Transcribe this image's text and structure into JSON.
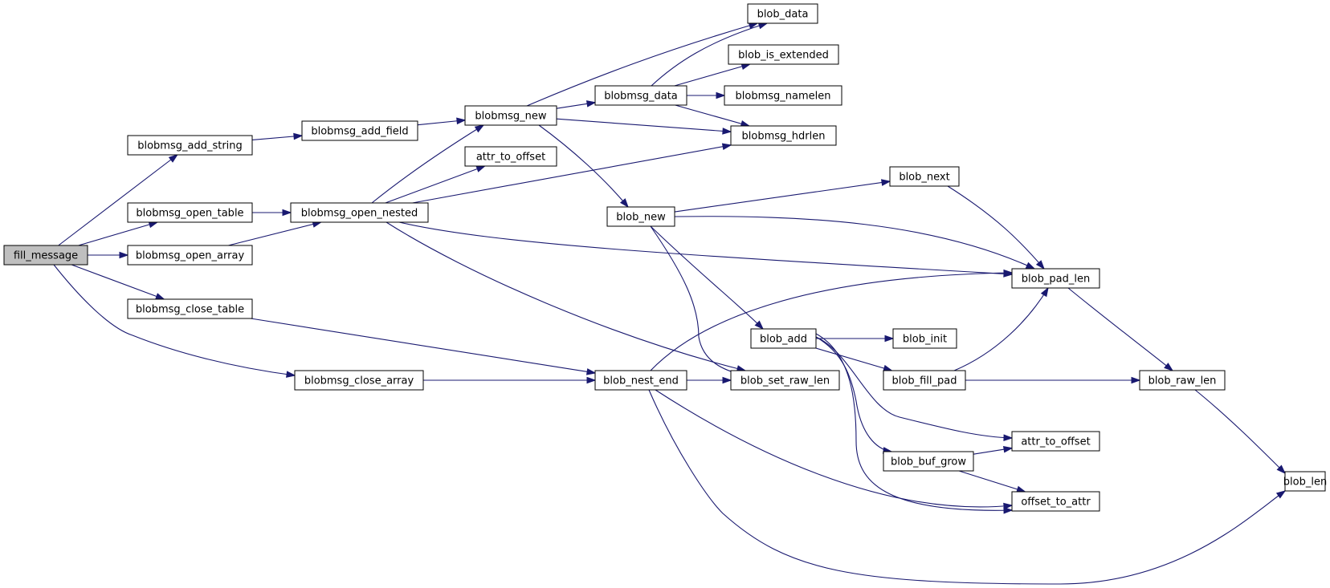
{
  "graph": {
    "nodes": [
      {
        "id": "fill_message",
        "label": "fill_message",
        "root": true
      },
      {
        "id": "blobmsg_add_string",
        "label": "blobmsg_add_string"
      },
      {
        "id": "blobmsg_add_field",
        "label": "blobmsg_add_field"
      },
      {
        "id": "blobmsg_new",
        "label": "blobmsg_new"
      },
      {
        "id": "blob_data",
        "label": "blob_data"
      },
      {
        "id": "blob_is_extended",
        "label": "blob_is_extended"
      },
      {
        "id": "blobmsg_data",
        "label": "blobmsg_data"
      },
      {
        "id": "blobmsg_namelen",
        "label": "blobmsg_namelen"
      },
      {
        "id": "blobmsg_hdrlen",
        "label": "blobmsg_hdrlen"
      },
      {
        "id": "attr_to_offset_top",
        "label": "attr_to_offset"
      },
      {
        "id": "blobmsg_open_table",
        "label": "blobmsg_open_table"
      },
      {
        "id": "blobmsg_open_nested",
        "label": "blobmsg_open_nested"
      },
      {
        "id": "blobmsg_open_array",
        "label": "blobmsg_open_array"
      },
      {
        "id": "blob_next",
        "label": "blob_next"
      },
      {
        "id": "blob_new",
        "label": "blob_new"
      },
      {
        "id": "blob_pad_len",
        "label": "blob_pad_len"
      },
      {
        "id": "blobmsg_close_table",
        "label": "blobmsg_close_table"
      },
      {
        "id": "blob_add",
        "label": "blob_add"
      },
      {
        "id": "blob_init",
        "label": "blob_init"
      },
      {
        "id": "blobmsg_close_array",
        "label": "blobmsg_close_array"
      },
      {
        "id": "blob_nest_end",
        "label": "blob_nest_end"
      },
      {
        "id": "blob_set_raw_len",
        "label": "blob_set_raw_len"
      },
      {
        "id": "blob_fill_pad",
        "label": "blob_fill_pad"
      },
      {
        "id": "blob_raw_len",
        "label": "blob_raw_len"
      },
      {
        "id": "attr_to_offset_bottom",
        "label": "attr_to_offset"
      },
      {
        "id": "blob_buf_grow",
        "label": "blob_buf_grow"
      },
      {
        "id": "offset_to_attr",
        "label": "offset_to_attr"
      },
      {
        "id": "blob_len",
        "label": "blob_len"
      }
    ],
    "edges": [
      {
        "from": "fill_message",
        "to": "blobmsg_add_string"
      },
      {
        "from": "fill_message",
        "to": "blobmsg_open_table"
      },
      {
        "from": "fill_message",
        "to": "blobmsg_open_array"
      },
      {
        "from": "fill_message",
        "to": "blobmsg_close_table"
      },
      {
        "from": "fill_message",
        "to": "blobmsg_close_array"
      },
      {
        "from": "blobmsg_add_string",
        "to": "blobmsg_add_field"
      },
      {
        "from": "blobmsg_add_field",
        "to": "blobmsg_new"
      },
      {
        "from": "blobmsg_new",
        "to": "blob_data"
      },
      {
        "from": "blobmsg_new",
        "to": "blobmsg_data"
      },
      {
        "from": "blobmsg_new",
        "to": "blobmsg_hdrlen"
      },
      {
        "from": "blobmsg_new",
        "to": "blob_new"
      },
      {
        "from": "blobmsg_data",
        "to": "blob_data"
      },
      {
        "from": "blobmsg_data",
        "to": "blob_is_extended"
      },
      {
        "from": "blobmsg_data",
        "to": "blobmsg_namelen"
      },
      {
        "from": "blobmsg_data",
        "to": "blobmsg_hdrlen"
      },
      {
        "from": "blobmsg_open_table",
        "to": "blobmsg_open_nested"
      },
      {
        "from": "blobmsg_open_array",
        "to": "blobmsg_open_nested"
      },
      {
        "from": "blobmsg_open_nested",
        "to": "blobmsg_new"
      },
      {
        "from": "blobmsg_open_nested",
        "to": "attr_to_offset_top"
      },
      {
        "from": "blobmsg_open_nested",
        "to": "blobmsg_hdrlen"
      },
      {
        "from": "blobmsg_open_nested",
        "to": "blob_pad_len"
      },
      {
        "from": "blobmsg_open_nested",
        "to": "blob_set_raw_len"
      },
      {
        "from": "blob_new",
        "to": "blob_next"
      },
      {
        "from": "blob_new",
        "to": "blob_pad_len"
      },
      {
        "from": "blob_new",
        "to": "blob_add"
      },
      {
        "from": "blob_new",
        "to": "blob_set_raw_len"
      },
      {
        "from": "blob_next",
        "to": "blob_pad_len"
      },
      {
        "from": "blob_pad_len",
        "to": "blob_raw_len"
      },
      {
        "from": "blobmsg_close_table",
        "to": "blob_nest_end"
      },
      {
        "from": "blobmsg_close_array",
        "to": "blob_nest_end"
      },
      {
        "from": "blob_nest_end",
        "to": "blob_pad_len"
      },
      {
        "from": "blob_nest_end",
        "to": "blob_set_raw_len"
      },
      {
        "from": "blob_nest_end",
        "to": "offset_to_attr"
      },
      {
        "from": "blob_nest_end",
        "to": "blob_len"
      },
      {
        "from": "blob_add",
        "to": "blob_init"
      },
      {
        "from": "blob_add",
        "to": "blob_fill_pad"
      },
      {
        "from": "blob_add",
        "to": "attr_to_offset_bottom"
      },
      {
        "from": "blob_add",
        "to": "blob_buf_grow"
      },
      {
        "from": "blob_add",
        "to": "offset_to_attr"
      },
      {
        "from": "blob_fill_pad",
        "to": "blob_pad_len"
      },
      {
        "from": "blob_fill_pad",
        "to": "blob_raw_len"
      },
      {
        "from": "blob_buf_grow",
        "to": "attr_to_offset_bottom"
      },
      {
        "from": "blob_buf_grow",
        "to": "offset_to_attr"
      },
      {
        "from": "blob_raw_len",
        "to": "blob_len"
      }
    ]
  }
}
